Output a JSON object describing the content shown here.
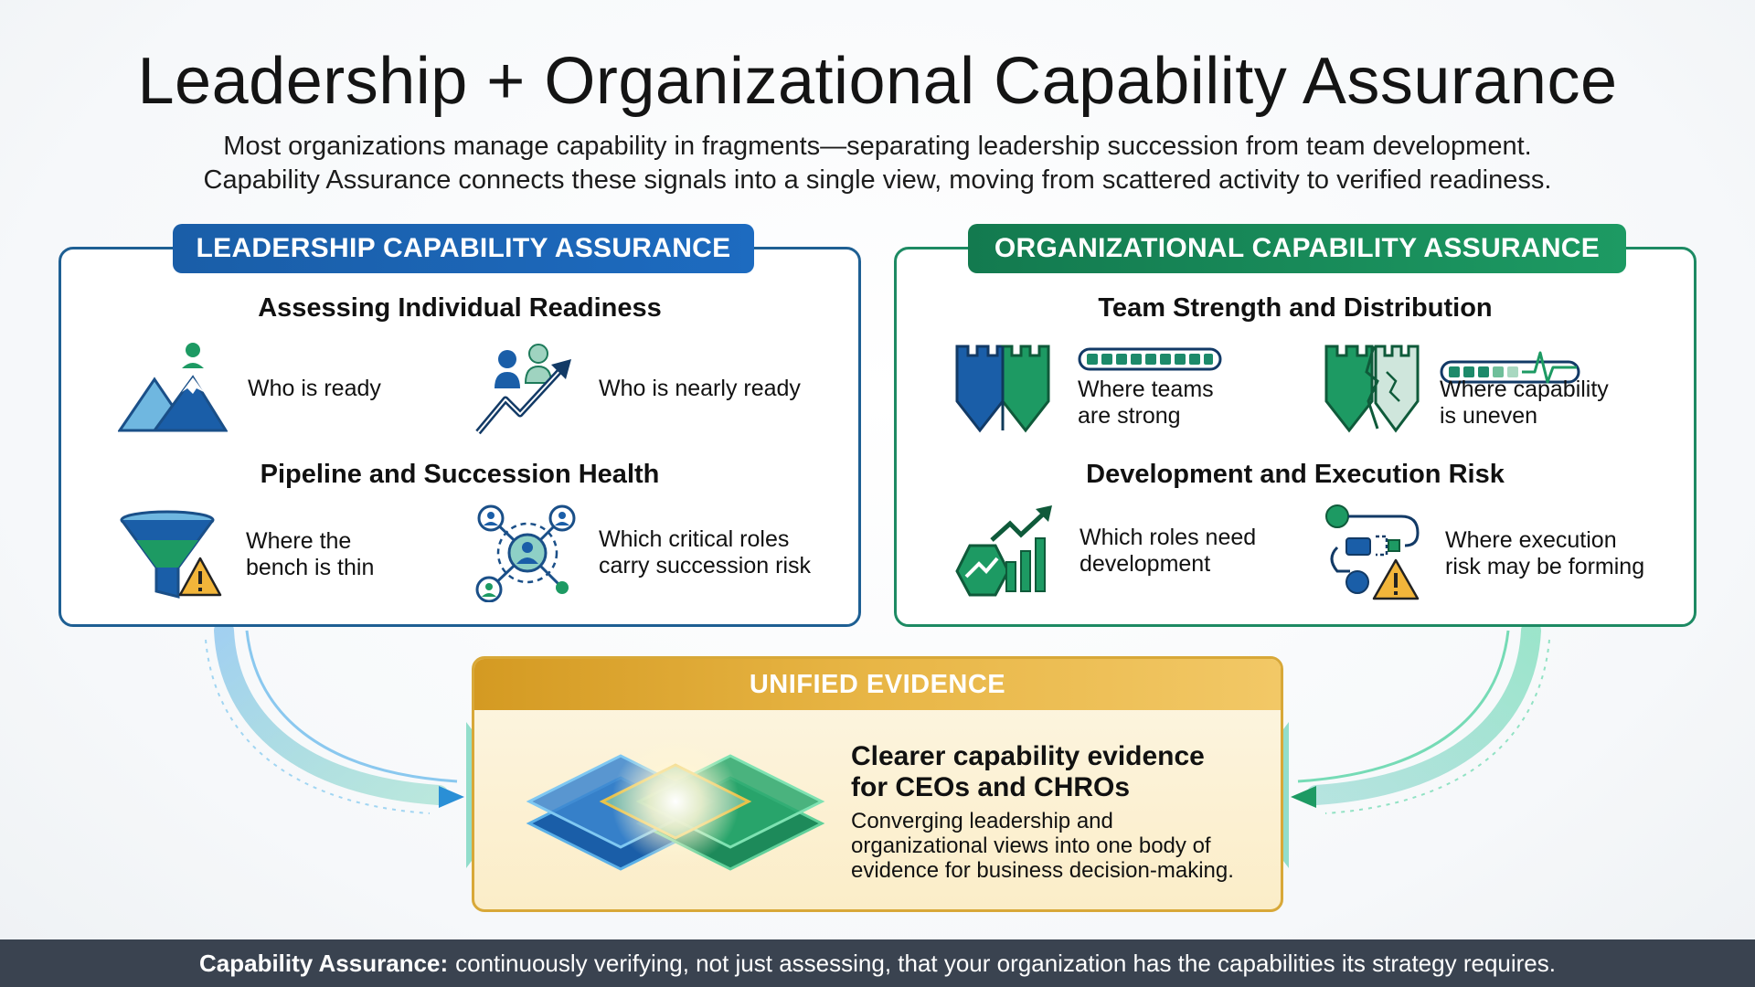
{
  "title": "Leadership + Organizational Capability Assurance",
  "subtitle": {
    "line1": "Most organizations manage capability in fragments—separating leadership succession from team development.",
    "line2": "Capability Assurance connects these signals into a single view, moving from scattered activity to verified readiness."
  },
  "leadership": {
    "tab": "LEADERSHIP CAPABILITY ASSURANCE",
    "section1": "Assessing Individual Readiness",
    "section2": "Pipeline and Succession Health",
    "items": [
      {
        "line1": "Who is ready",
        "line2": "",
        "icon": "mountain-person-icon"
      },
      {
        "line1": "Who is nearly ready",
        "line2": "",
        "icon": "people-rising-arrow-icon"
      },
      {
        "line1": "Where the",
        "line2": "bench is thin",
        "icon": "funnel-warning-icon"
      },
      {
        "line1": "Which critical roles",
        "line2": "carry succession risk",
        "icon": "network-people-icon"
      }
    ]
  },
  "organizational": {
    "tab": "ORGANIZATIONAL CAPABILITY ASSURANCE",
    "section1": "Team Strength and Distribution",
    "section2": "Development and Execution Risk",
    "items": [
      {
        "line1": "Where teams",
        "line2": "are strong",
        "icon": "castle-strong-icon"
      },
      {
        "line1": "Where capability",
        "line2": "is uneven",
        "icon": "castle-cracked-icon"
      },
      {
        "line1": "Which roles need",
        "line2": "development",
        "icon": "growth-chart-icon"
      },
      {
        "line1": "Where execution",
        "line2": "risk may be forming",
        "icon": "process-warning-icon"
      }
    ]
  },
  "unified": {
    "header": "UNIFIED EVIDENCE",
    "title_line1": "Clearer capability evidence",
    "title_line2": "for CEOs and CHROs",
    "body_line1": "Converging leadership and",
    "body_line2": "organizational views into one body of",
    "body_line3": "evidence for business decision-making."
  },
  "footer": {
    "bold": "Capability Assurance:",
    "text": "continuously verifying, not just assessing, that your organization has the capabilities its strategy requires."
  },
  "colors": {
    "leadership_blue": "#1a5ea8",
    "organizational_green": "#1d9a63",
    "unified_gold": "#e0ab3a",
    "footer_bg": "#3a4350",
    "warning_yellow": "#f2b53a"
  }
}
